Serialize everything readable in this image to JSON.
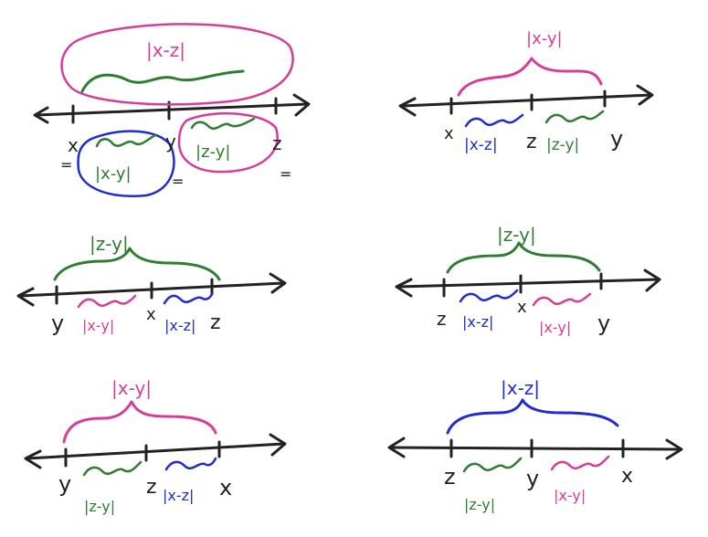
{
  "colors": {
    "ink": "#222222",
    "green": "#2e7d32",
    "pink": "#d63c9a",
    "blue": "#1f2bd1"
  },
  "panels": [
    {
      "id": "p1",
      "points": [
        "x",
        "y",
        "z"
      ],
      "outer_label": "|x-z|",
      "segment_labels": [
        "|x-y|",
        "|z-y|"
      ],
      "equals": [
        "=",
        "=",
        "="
      ]
    },
    {
      "id": "p2",
      "points": [
        "x",
        "z",
        "y"
      ],
      "outer_label": "|x-y|",
      "segment_labels": [
        "|x-z|",
        "|z-y|"
      ]
    },
    {
      "id": "p3",
      "points": [
        "y",
        "x",
        "z"
      ],
      "outer_label": "|z-y|",
      "segment_labels": [
        "|x-y|",
        "|x-z|"
      ]
    },
    {
      "id": "p4",
      "points": [
        "z",
        "x",
        "y"
      ],
      "outer_label": "|z-y|",
      "segment_labels": [
        "|x-z|",
        "|x-y|"
      ]
    },
    {
      "id": "p5",
      "points": [
        "y",
        "z",
        "x"
      ],
      "outer_label": "|x-y|",
      "segment_labels": [
        "|z-y|",
        "|x-z|"
      ]
    },
    {
      "id": "p6",
      "points": [
        "z",
        "y",
        "x"
      ],
      "outer_label": "|x-z|",
      "segment_labels": [
        "|z-y|",
        "|x-y|"
      ]
    }
  ]
}
